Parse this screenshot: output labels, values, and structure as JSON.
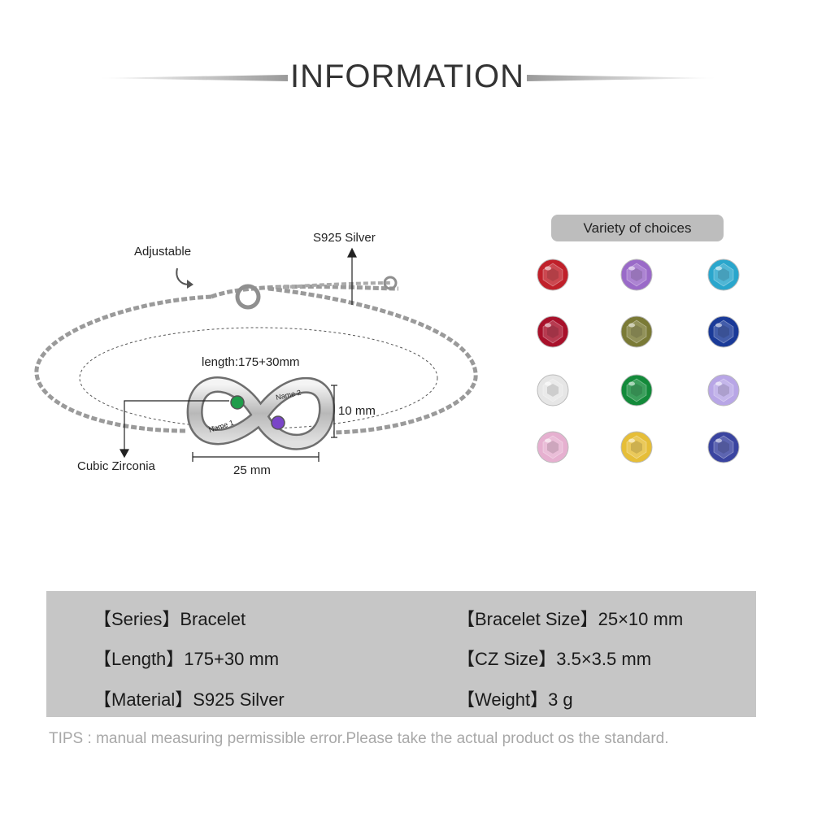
{
  "header": {
    "title": "INFORMATION"
  },
  "product": {
    "callouts": {
      "adjustable": "Adjustable",
      "material": "S925  Silver",
      "length": "length:175+30mm",
      "height": "10 mm",
      "stone": "Cubic Zirconia",
      "width": "25 mm"
    },
    "engravings": {
      "name1": "Name 1",
      "name2": "Name 2"
    },
    "stone_colors": {
      "left": "#1f9c4a",
      "right": "#7a45c8"
    }
  },
  "choices": {
    "label": "Variety of choices",
    "gems": [
      {
        "name": "garnet-gem-icon",
        "color": "#c0202a"
      },
      {
        "name": "amethyst-gem-icon",
        "color": "#9a6ac8"
      },
      {
        "name": "aquamarine-gem-icon",
        "color": "#2aa6cc"
      },
      {
        "name": "ruby-gem-icon",
        "color": "#a8102a"
      },
      {
        "name": "peridot-gem-icon",
        "color": "#7a7a36"
      },
      {
        "name": "sapphire-gem-icon",
        "color": "#1a3a98"
      },
      {
        "name": "diamond-gem-icon",
        "color": "#e6e6e6"
      },
      {
        "name": "emerald-gem-icon",
        "color": "#138a3a"
      },
      {
        "name": "alexandrite-gem-icon",
        "color": "#b8a6e6"
      },
      {
        "name": "pink-tourmaline-gem-icon",
        "color": "#e6b0d0"
      },
      {
        "name": "topaz-gem-icon",
        "color": "#e6be38"
      },
      {
        "name": "tanzanite-gem-icon",
        "color": "#3a44a0"
      }
    ]
  },
  "specs": {
    "series": "【Series】Bracelet",
    "length": "【Length】175+30 mm",
    "material": "【Material】S925  Silver",
    "bracelet_size": "【Bracelet Size】25×10 mm",
    "cz_size": "【CZ Size】3.5×3.5 mm",
    "weight": "【Weight】3 g"
  },
  "tips": "TIPS : manual measuring permissible error.Please take the actual product os the standard."
}
